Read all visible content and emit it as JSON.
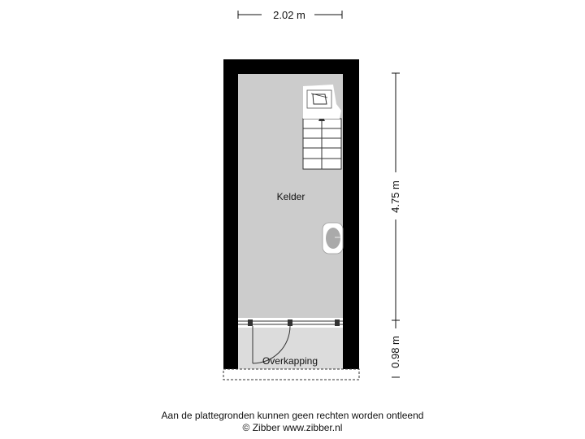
{
  "dimensions": {
    "width": "2.02 m",
    "height_main": "4.75 m",
    "height_covered": "0.98 m"
  },
  "rooms": {
    "kelder": "Kelder",
    "overkapping": "Overkapping"
  },
  "footer": {
    "disclaimer": "Aan de plattegronden kunnen geen rechten worden ontleend",
    "copyright": "© Zibber www.zibber.nl"
  },
  "colors": {
    "wall": "#000000",
    "floor": "#cccccc",
    "covered_floor": "#dcdcdc"
  }
}
